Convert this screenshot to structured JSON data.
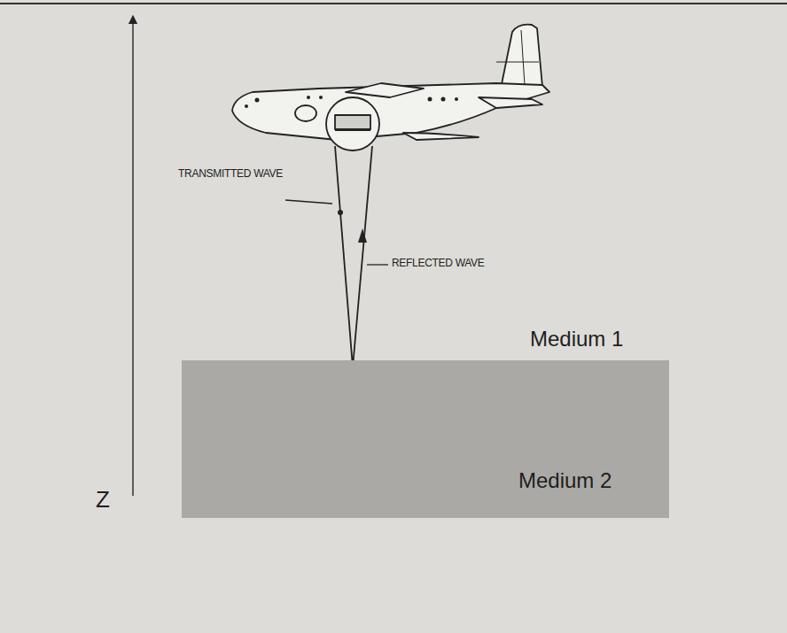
{
  "diagram": {
    "nodes": [
      {
        "text": [
          "Medium 2"
        ]
      }
    ],
    "labels": [
      "TRANSMITTED WAVE",
      "REFLECTED WAVE",
      "Medium 1",
      "Z"
    ]
  }
}
